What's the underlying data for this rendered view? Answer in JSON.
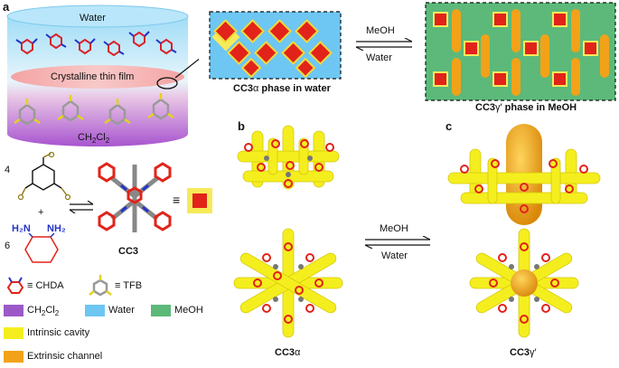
{
  "panels": {
    "a": "a",
    "b": "b",
    "c": "c"
  },
  "cylinder": {
    "top": "Water",
    "middle": "Crystalline thin film",
    "bottom_main": "CH",
    "bottom_sub1": "2",
    "bottom_mid": "Cl",
    "bottom_sub2": "2"
  },
  "phase_water": {
    "label_main": "CC3",
    "label_greek": "α",
    "label_rest": " phase in water"
  },
  "phase_meoh": {
    "label_main": "CC3",
    "label_greek": "γ′",
    "label_rest": " phase in MeOH"
  },
  "exchange_top": {
    "forward": "MeOH",
    "reverse": "Water"
  },
  "exchange_mid": {
    "forward": "MeOH",
    "reverse": "Water"
  },
  "reaction": {
    "coef_tfb": "4",
    "plus": "+",
    "coef_chda": "6",
    "amine1": "H₂N",
    "amine2": "NH₂",
    "product": "CC3",
    "equiv": "≡"
  },
  "legend": {
    "chda_equiv": "≡ CHDA",
    "tfb_equiv": "≡ TFB",
    "ch2cl2_main": "CH",
    "ch2cl2_sub1": "2",
    "ch2cl2_mid": "Cl",
    "ch2cl2_sub2": "2",
    "water": "Water",
    "meoh": "MeOH",
    "intrinsic": "Intrinsic cavity",
    "extrinsic": "Extrinsic channel"
  },
  "captions": {
    "alpha_main": "CC3",
    "alpha_greek": "α",
    "gamma_main": "CC3",
    "gamma_greek": "γ′"
  },
  "colors": {
    "ch2cl2": "#9b59c8",
    "water": "#6ec6f2",
    "meoh": "#5cb97a",
    "intrinsic": "#f5ee1e",
    "extrinsic": "#f2a218",
    "cage": "#e2231a"
  }
}
